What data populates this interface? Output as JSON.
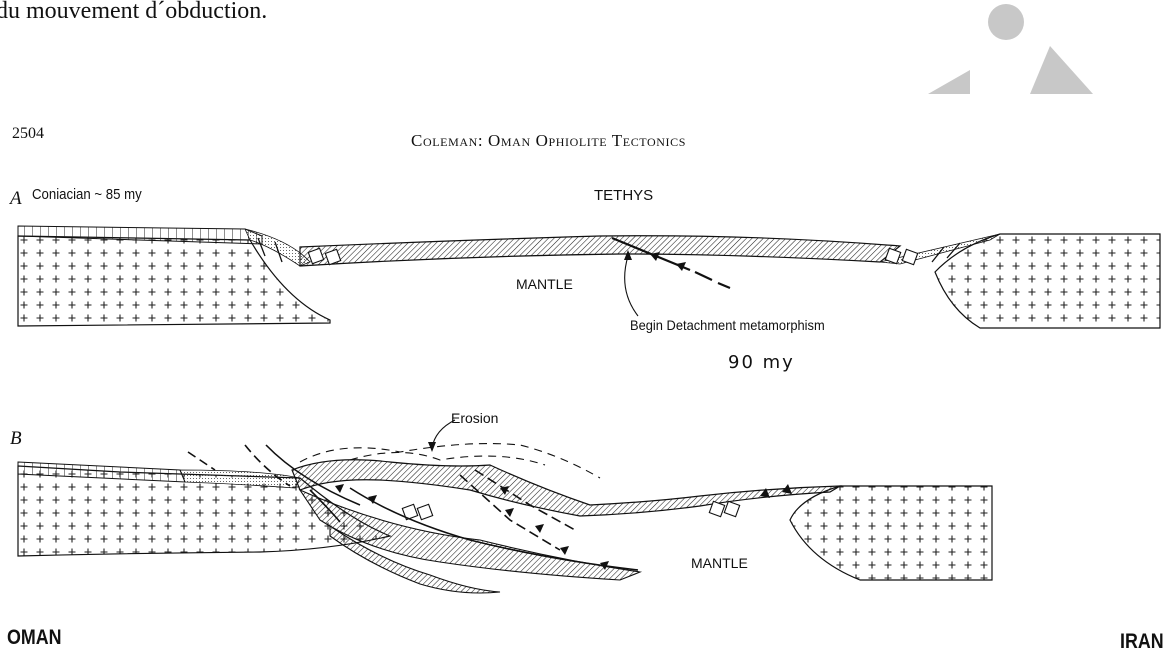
{
  "intro_text": "du mouvement d´obduction.",
  "header": {
    "page_number": "2504",
    "running_title": "Coleman: Oman Ophiolite Tectonics"
  },
  "panel_a": {
    "label": "A",
    "stage": "Coniacian ~ 85 my",
    "ocean": "TETHYS",
    "mantle": "MANTLE",
    "annotation": "Begin Detachment metamorphism",
    "age": "90 my"
  },
  "panel_b": {
    "label": "B",
    "annotation": "Erosion",
    "mantle": "MANTLE"
  },
  "sides": {
    "left": "OMAN",
    "right": "IRAN"
  },
  "logo_color": "#c8c8c8"
}
